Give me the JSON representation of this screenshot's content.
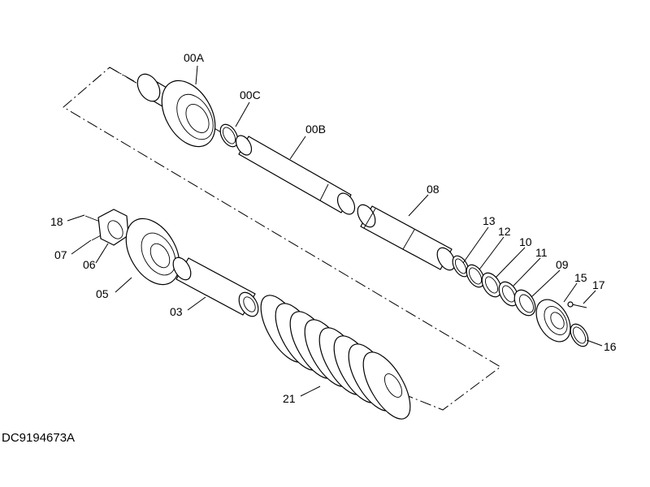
{
  "labels": {
    "p00A": "00A",
    "p00C": "00C",
    "p00B": "00B",
    "p08": "08",
    "p13": "13",
    "p12": "12",
    "p10": "10",
    "p11": "11",
    "p09": "09",
    "p15": "15",
    "p17": "17",
    "p16": "16",
    "p18": "18",
    "p07": "07",
    "p06": "06",
    "p05": "05",
    "p03": "03",
    "p21": "21"
  },
  "drawing_code": "DC9194673A"
}
